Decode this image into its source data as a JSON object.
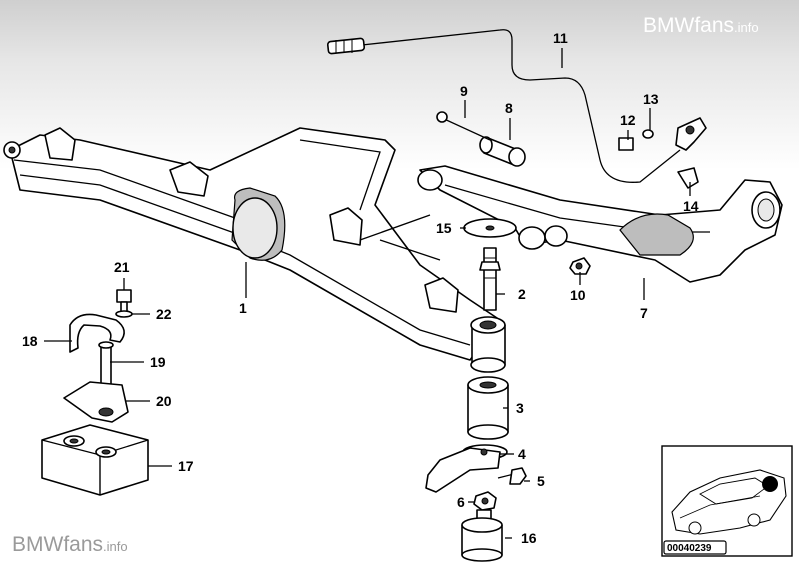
{
  "watermark_top": {
    "brand": "BMWfans",
    "suffix": ".info"
  },
  "watermark_bottom": {
    "brand": "BMWfans",
    "suffix": ".info"
  },
  "diagram_number": "00040239",
  "callouts": {
    "c1": "1",
    "c2": "2",
    "c3": "3",
    "c4": "4",
    "c5": "5",
    "c6": "6",
    "c7": "7",
    "c8": "8",
    "c9": "9",
    "c10": "10",
    "c11": "11",
    "c12": "12",
    "c13": "13",
    "c14": "14",
    "c15": "15",
    "c16": "16",
    "c17": "17",
    "c18": "18",
    "c19": "19",
    "c20": "20",
    "c21": "21",
    "c22": "22"
  }
}
